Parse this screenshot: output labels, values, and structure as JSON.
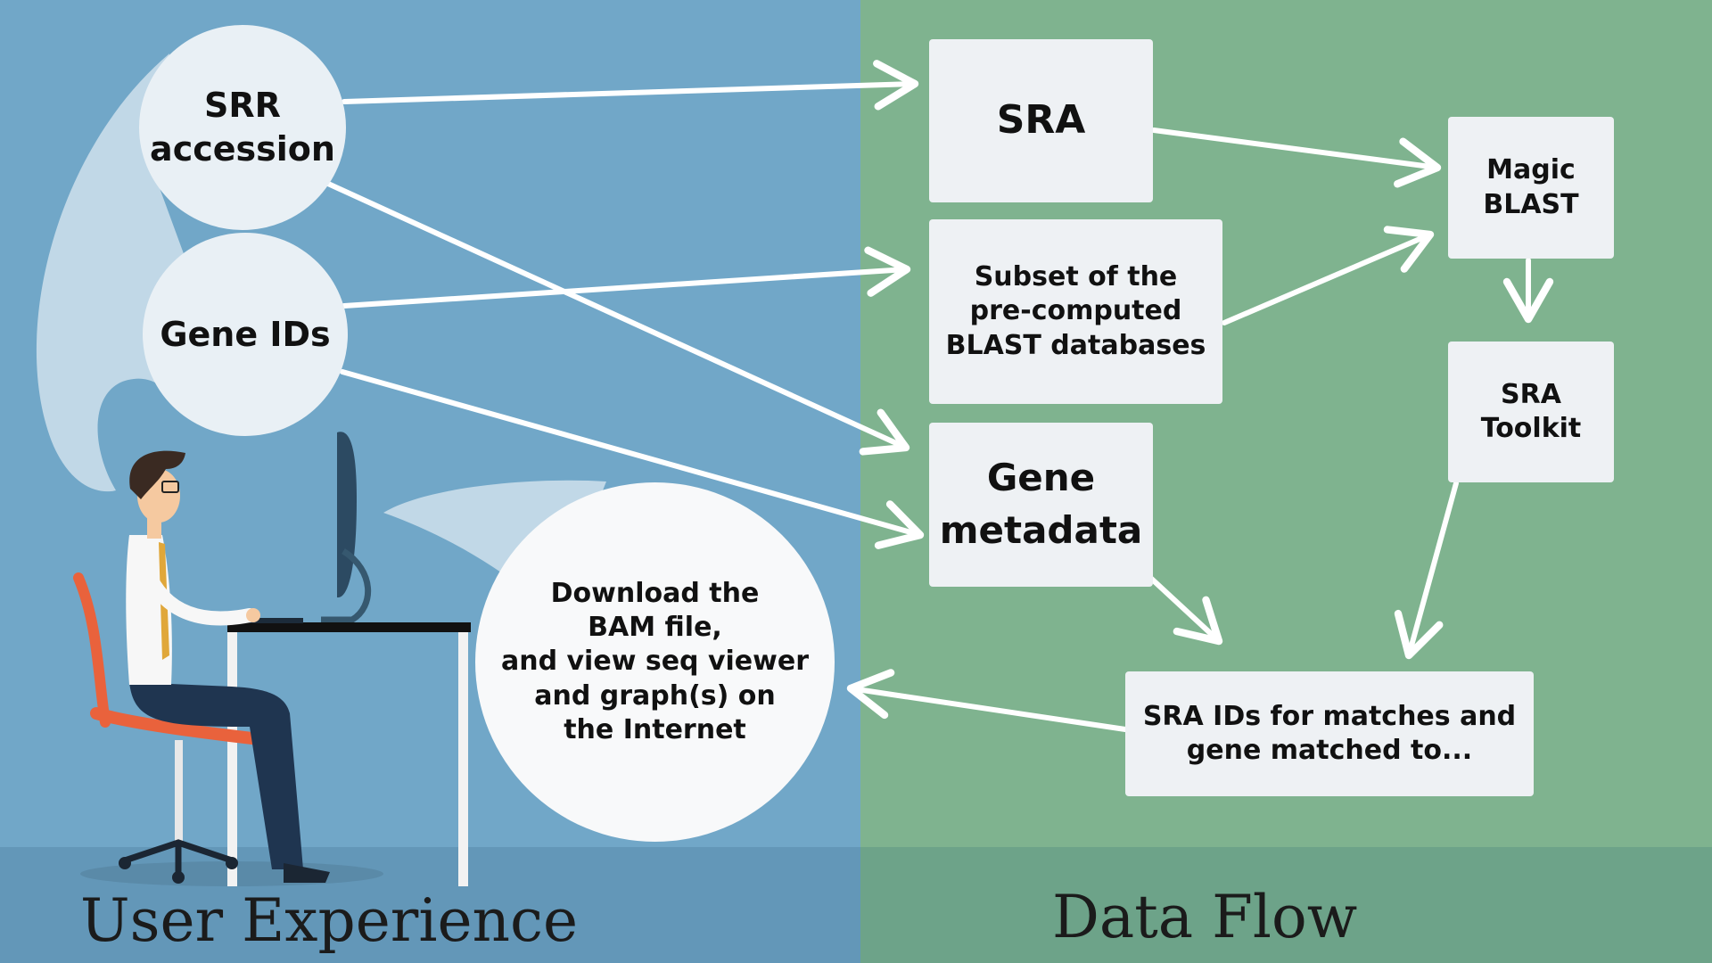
{
  "colors": {
    "left_bg": "#71a7c8",
    "right_bg": "#7fb38f",
    "bottom_band_left": "#6397b8",
    "bottom_band_right": "#6da389",
    "node_fill": "#eef1f4",
    "arrow": "#ffffff",
    "bubble": "#cfe1ec"
  },
  "nodes": {
    "srr": "SRR\naccession",
    "gene_ids": "Gene IDs",
    "download": "Download the\nBAM file,\nand view seq viewer\nand graph(s) on\nthe Internet",
    "sra": "SRA",
    "subset": "Subset of the\npre-computed\nBLAST databases",
    "gene_meta": "Gene\nmetadata",
    "magic": "Magic\nBLAST",
    "toolkit": "SRA\nToolkit",
    "sra_ids": "SRA IDs for matches and\ngene matched to..."
  },
  "labels": {
    "left": "User Experience",
    "right": "Data Flow"
  },
  "illustration": {
    "name": "person-at-computer-illustration"
  }
}
